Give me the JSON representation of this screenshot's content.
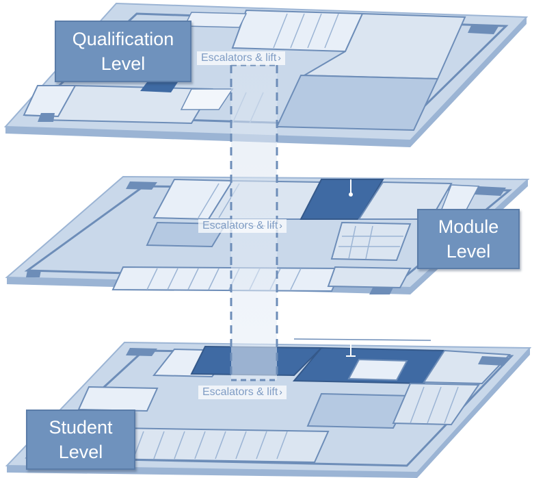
{
  "levels": [
    {
      "id": "qualification",
      "label_line1": "Qualification",
      "label_line2": "Level"
    },
    {
      "id": "module",
      "label_line1": "Module",
      "label_line2": "Level"
    },
    {
      "id": "student",
      "label_line1": "Student",
      "label_line2": "Level"
    }
  ],
  "escalator_label": "Escalators & lift",
  "arrow_glyph": "›",
  "colors": {
    "floor_base": "#c9d8ea",
    "floor_edge": "#9bb4d4",
    "room_light": "#dfe8f4",
    "room_mid": "#b5c9e2",
    "room_dark": "#3f6aa3",
    "outline": "#6d8db8",
    "label_bg": "#6f92bd"
  }
}
